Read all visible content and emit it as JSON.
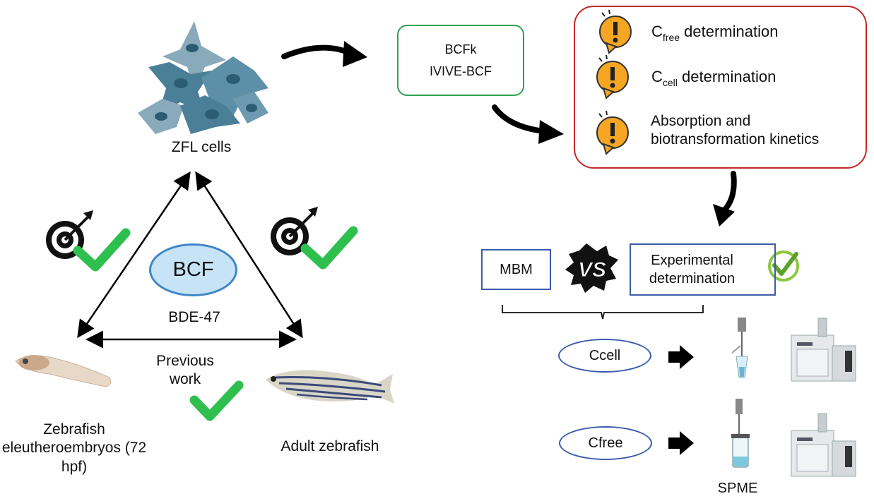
{
  "cells": {
    "label": "ZFL cells"
  },
  "triangle": {
    "center_label": "BCF",
    "compound": "BDE-47",
    "bottom_label": "Previous work",
    "left_organism": "Zebrafish eleutheroembryos (72 hpf)",
    "right_organism": "Adult zebrafish"
  },
  "models": {
    "line1": "BCFk",
    "line2": "IVIVE-BCF"
  },
  "challenges": [
    {
      "main": "C",
      "sub": "free",
      "rest": " determination"
    },
    {
      "main": "C",
      "sub": "cell",
      "rest": " determination"
    },
    {
      "line1": "Absorption and",
      "line2": "biotransformation kinetics"
    }
  ],
  "comparison": {
    "left": "MBM",
    "vs": "VS",
    "right": "Experimental determination"
  },
  "measurements": [
    {
      "label": "Ccell"
    },
    {
      "label": "Cfree",
      "technique": "SPME"
    }
  ],
  "colors": {
    "arrow": "#000000",
    "check": "#2ec04f",
    "warning": "#f5a623",
    "red_box": "#c62828",
    "green_box": "#2ea24f",
    "blue": "#3b5bab",
    "bcf_fill": "#c7e3f6"
  }
}
